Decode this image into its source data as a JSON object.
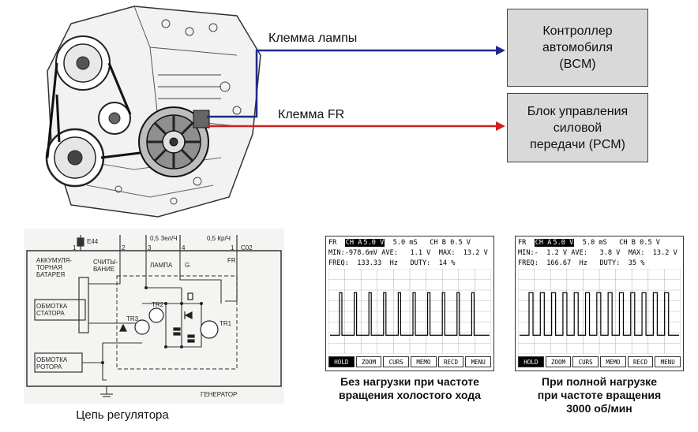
{
  "labels": {
    "lamp_terminal": "Клемма лампы",
    "fr_terminal": "Клемма FR"
  },
  "boxes": {
    "bcm": "Контроллер\nавтомобиля\n(BCM)",
    "pcm": "Блок управления\nсиловой\nпередачи (PCM)"
  },
  "colors": {
    "lamp_line": "#1c2a8c",
    "fr_line": "#d21f1f",
    "box_fill": "#d9d9d9"
  },
  "schematic": {
    "caption": "Цепь регулятора",
    "connector_e44": "E44",
    "connector_c02": "C02",
    "wire_1": "0,5 Зел/Ч",
    "wire_2": "0,5 Кр/Ч",
    "pins": [
      "1",
      "2",
      "3",
      "4",
      "1"
    ],
    "battery": "АККУМУЛЯ-\nТОРНАЯ\nБАТАРЕЯ",
    "sense": "СЧИТЫ-\nВАНИЕ",
    "lamp": "ЛАМПА",
    "g_term": "G",
    "fr_term": "FR",
    "stator": "ОБМОТКА\nСТАТОРА",
    "rotor": "ОБМОТКА\nРОТОРА",
    "tr1": "TR1",
    "tr2": "TR2",
    "tr3": "TR3",
    "generator": "ГЕНЕРАТОР"
  },
  "scopes": [
    {
      "hdr_fr": "FR",
      "ch_a": "CH A",
      "volts_a": "5.0 V",
      "time": "5.0 mS",
      "ch_b": "CH B 0.5 V",
      "line2": "MIN:-978.6mV AVE:   1.1 V  MAX:  13.2 V",
      "line3": "FREQ:  133.33  Hz   DUTY:  14 %",
      "duty": 0.14,
      "buttons": [
        "HOLD",
        "ZOOM",
        "CURS",
        "MEMO",
        "RECD",
        "MENU"
      ],
      "caption": "Без нагрузки при частоте\nвращения холостого хода"
    },
    {
      "hdr_fr": "FR",
      "ch_a": "CH A",
      "volts_a": "5.0 V",
      "time": "5.0 mS",
      "ch_b": "CH B 0.5 V",
      "line2": "MIN:-  1.2 V AVE:   3.8 V  MAX:  13.2 V",
      "line3": "FREQ:  166.67  Hz   DUTY:  35 %",
      "duty": 0.35,
      "buttons": [
        "HOLD",
        "ZOOM",
        "CURS",
        "MEMO",
        "RECD",
        "MENU"
      ],
      "caption": "При полной нагрузке\nпри частоте вращения\n3000 об/мин"
    }
  ]
}
